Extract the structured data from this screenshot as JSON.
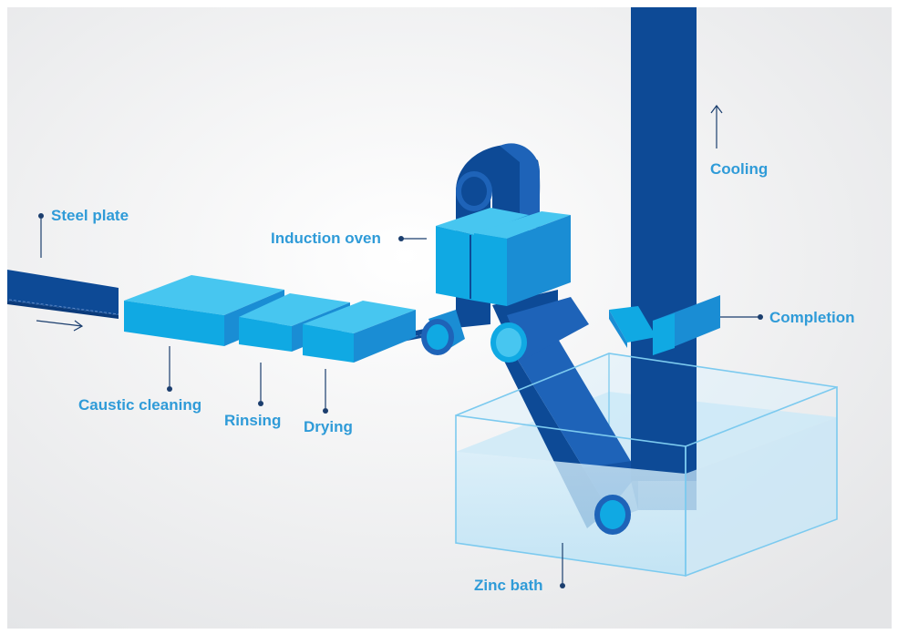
{
  "labels": {
    "steel_plate": "Steel plate",
    "caustic_cleaning": "Caustic cleaning",
    "rinsing": "Rinsing",
    "drying": "Drying",
    "induction_oven": "Induction oven",
    "cooling": "Cooling",
    "completion": "Completion",
    "zinc_bath": "Zinc bath"
  },
  "colors": {
    "label": "#2F9BD8",
    "steel_dark": "#0D4A96",
    "steel_mid": "#1E63B8",
    "box_top": "#47C6F0",
    "box_front": "#10A9E3",
    "box_side": "#1A8DD4",
    "bath_water": "#BFE4F7",
    "leader": "#1B3E6E"
  }
}
